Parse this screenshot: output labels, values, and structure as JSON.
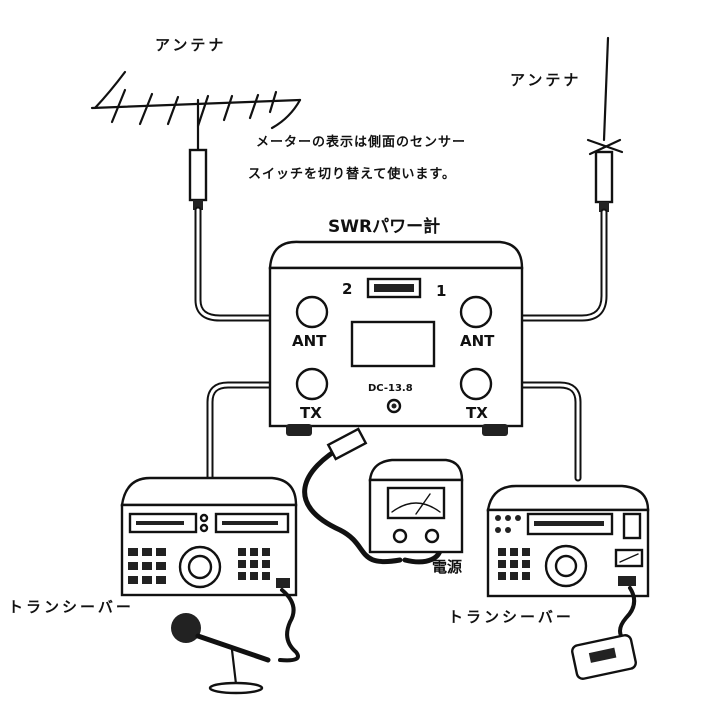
{
  "labels": {
    "antenna_left": "アンテナ",
    "antenna_right": "アンテナ",
    "note_line1": "メーターの表示は側面のセンサー",
    "note_line2": "スイッチを切り替えて使います。",
    "meter_title": "SWRパワー計",
    "switch_pos_2": "2",
    "switch_pos_1": "1",
    "port_ant_left": "ANT",
    "port_ant_right": "ANT",
    "port_tx_left": "TX",
    "port_tx_right": "TX",
    "dc_input": "DC-13.8",
    "power_supply": "電源",
    "transceiver_left": "トランシーバー",
    "transceiver_right": "トランシーバー"
  }
}
